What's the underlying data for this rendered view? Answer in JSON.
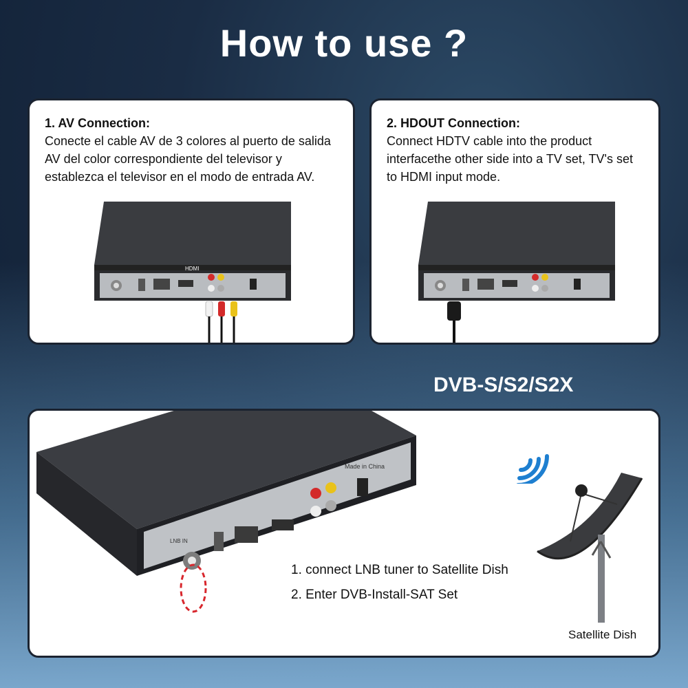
{
  "page": {
    "title": "How to use ?",
    "subtitle": "DVB-S/S2/S2X"
  },
  "av_card": {
    "title": "1. AV Connection:",
    "body": "Conecte el cable AV de 3 colores al puerto de salida AV del color correspondiente del televisor y establezca el televisor en el modo de entrada AV."
  },
  "hdout_card": {
    "title": "2. HDOUT Connection:",
    "body": "Connect HDTV cable into the product interfacethe other side into a TV set, TV's set to HDMI input mode."
  },
  "setup_card": {
    "steps": [
      "1. connect LNB tuner to Satellite Dish",
      "2. Enter DVB-Install-SAT Set"
    ],
    "dish_label": "Satellite Dish"
  },
  "device_labels": {
    "hdmi_logo": "HDMI",
    "made_in": "Made in China",
    "lnb": "LNB IN"
  },
  "colors": {
    "card_border": "#1b2330",
    "highlight": "#d8272d",
    "rca_white": "#f2f2f2",
    "rca_red": "#d32a2a",
    "rca_yellow": "#e9c21a",
    "signal_blue": "#1e7fd0"
  },
  "icons": [
    "receiver-device",
    "rca-cable",
    "hdmi-cable",
    "satellite-dish",
    "wifi-signal-icon",
    "highlight-ring"
  ]
}
